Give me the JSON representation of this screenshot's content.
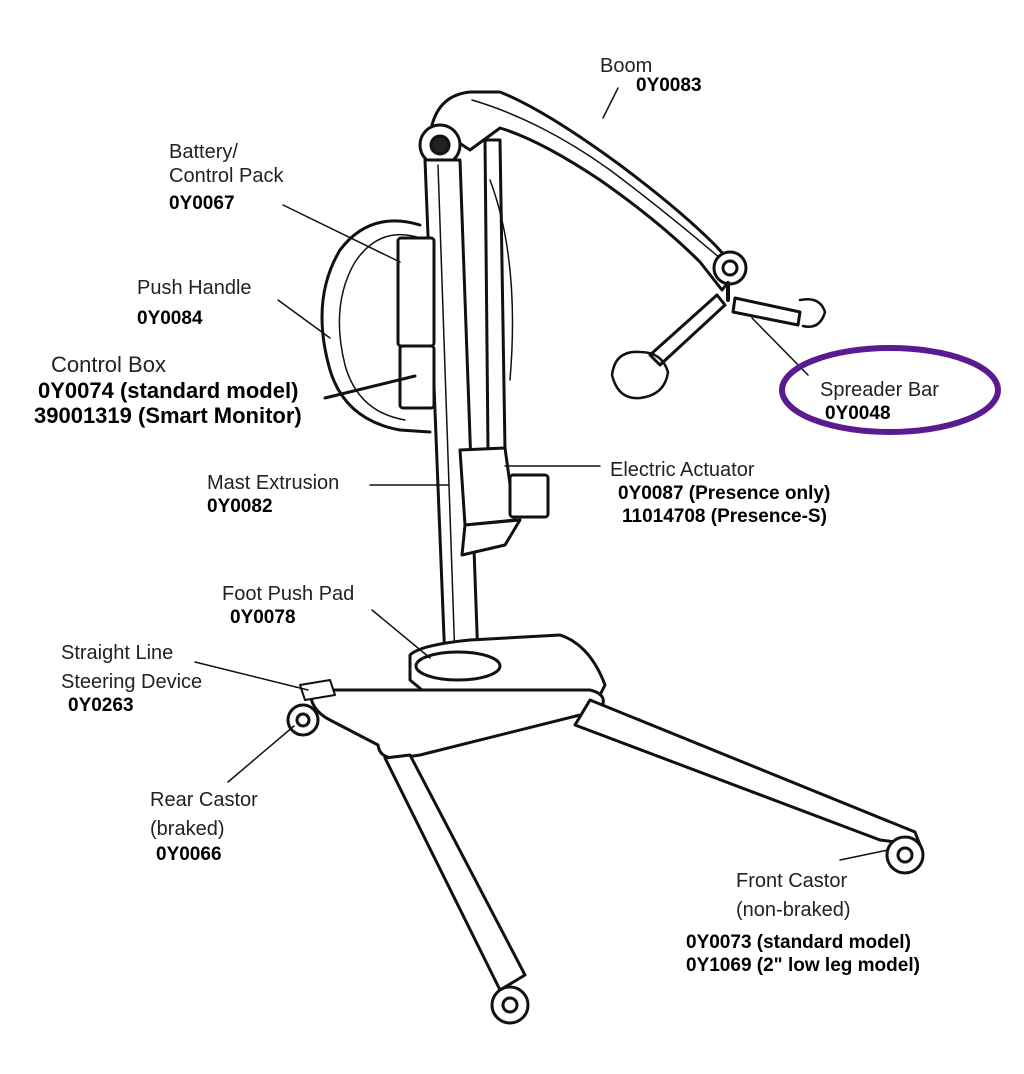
{
  "highlight_color": "#5b1a8f",
  "labels": {
    "boom": {
      "name": "Boom",
      "code": "0Y0083"
    },
    "battery": {
      "name_line1": "Battery/",
      "name_line2": "Control Pack",
      "code": "0Y0067"
    },
    "push_handle": {
      "name": "Push Handle",
      "code": "0Y0084"
    },
    "control_box": {
      "name": "Control Box",
      "code_line1": "0Y0074 (standard model)",
      "code_line2": "39001319 (Smart Monitor)"
    },
    "spreader_bar": {
      "name": "Spreader Bar",
      "code": "0Y0048"
    },
    "mast_extrusion": {
      "name": "Mast Extrusion",
      "code": "0Y0082"
    },
    "electric_actuator": {
      "name": "Electric Actuator",
      "code_line1": "0Y0087  (Presence only)",
      "code_line2": "11014708 (Presence-S)"
    },
    "foot_push_pad": {
      "name": "Foot Push Pad",
      "code": "0Y0078"
    },
    "steering_device": {
      "name_line1": "Straight Line",
      "name_line2": "Steering Device",
      "code": "0Y0263"
    },
    "rear_castor": {
      "name_line1": "Rear Castor",
      "name_line2": "(braked)",
      "code": "0Y0066"
    },
    "front_castor": {
      "name_line1": "Front Castor",
      "name_line2": "(non-braked)",
      "code_line1": "0Y0073  (standard model)",
      "code_line2": "0Y1069 (2\" low leg model)"
    }
  }
}
